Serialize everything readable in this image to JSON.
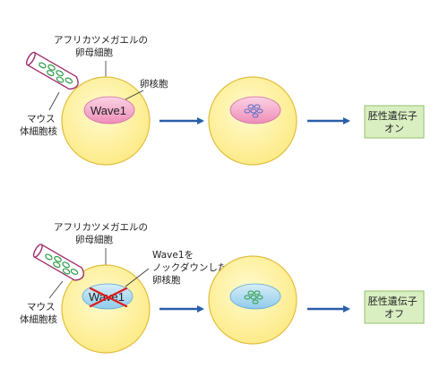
{
  "colors": {
    "egg_fill": "#fff4a8",
    "egg_stroke": "#e2bd3c",
    "nucleus_pink": "#f2a0c4",
    "nucleus_blue": "#9fd4ee",
    "arrow": "#2a5fa8",
    "result_box_fill": "#d9efc2",
    "result_box_stroke": "#93c26a",
    "pipette_stroke": "#a02c6a",
    "pipette_cell": "#2e9e4a",
    "knockout_cross": "#e01b1b"
  },
  "top": {
    "egg_label": "アフリカツメガエルの\n卵母細胞",
    "nucleus_label": "卵核胞",
    "pipette_label": "マウス\n体細胞核",
    "wave_text": "Wave1",
    "result": "胚性遺伝子\nオン"
  },
  "bottom": {
    "egg_label": "アフリカツメガエルの\n卵母細胞",
    "nucleus_label": "Wave1を\nノックダウンした\n卵核胞",
    "pipette_label": "マウス\n体細胞核",
    "wave_text": "Wave1",
    "result": "胚性遺伝子\nオフ"
  }
}
